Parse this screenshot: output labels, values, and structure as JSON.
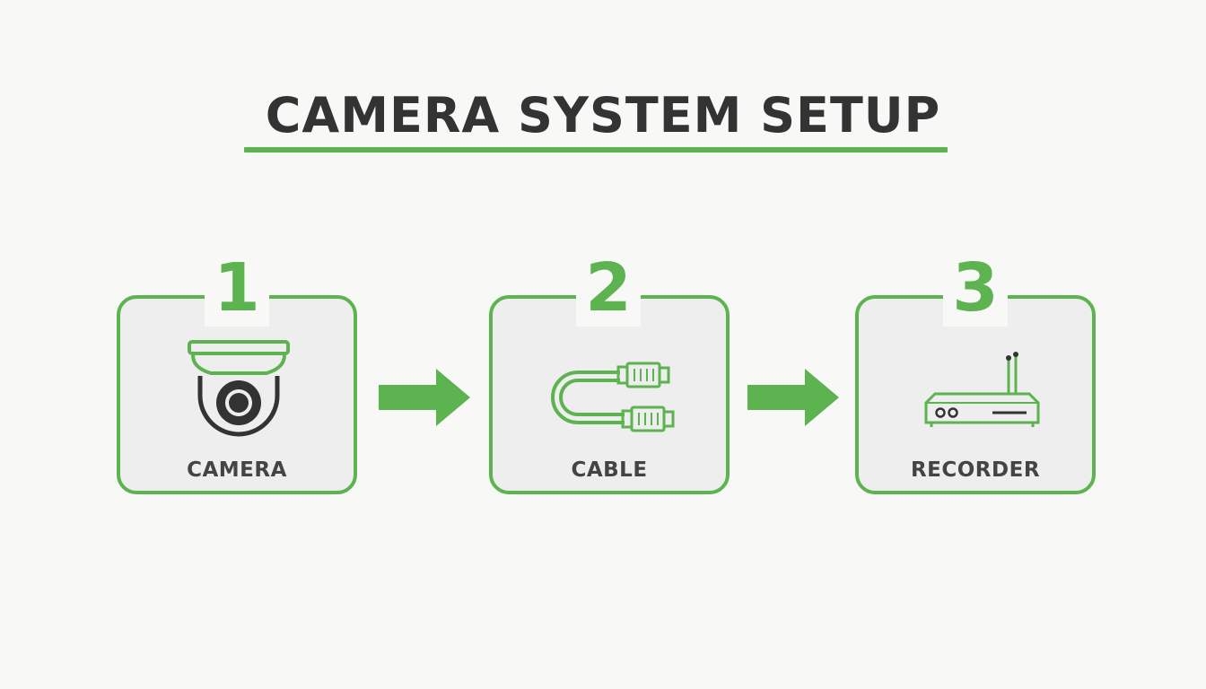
{
  "diagram": {
    "title": "CAMERA SYSTEM SETUP",
    "accent_color": "#5cb34f",
    "text_color": "#333333",
    "steps": [
      {
        "number": "1",
        "label": "CAMERA",
        "icon": "dome-camera-icon"
      },
      {
        "number": "2",
        "label": "CABLE",
        "icon": "ethernet-cable-icon"
      },
      {
        "number": "3",
        "label": "RECORDER",
        "icon": "recorder-box-icon"
      }
    ],
    "arrows": [
      "arrow-right-icon",
      "arrow-right-icon"
    ]
  }
}
